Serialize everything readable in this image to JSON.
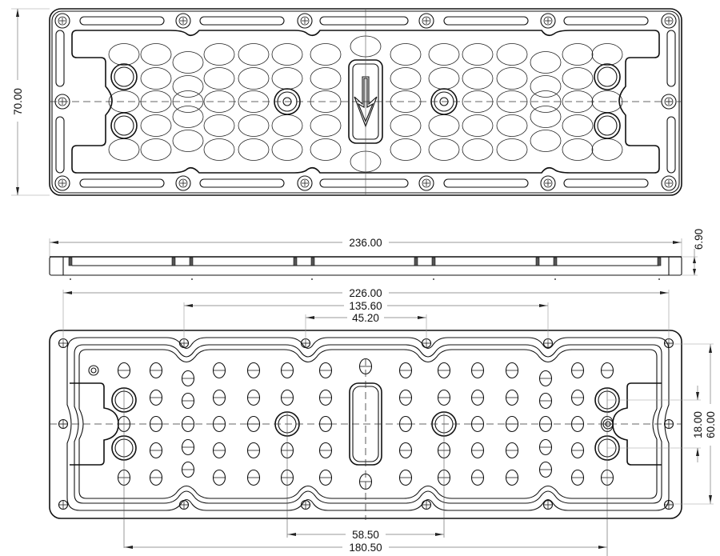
{
  "drawing": {
    "type": "mechanical-drawing",
    "views": {
      "top": {
        "label": "top-view",
        "features": [
          "led-lens-array",
          "mounting-holes",
          "slot-cutouts",
          "direction-arrow",
          "connector-window"
        ]
      },
      "side": {
        "label": "side-view"
      },
      "bottom": {
        "label": "bottom-view"
      }
    },
    "dimensions": {
      "height_top": "70.00",
      "overall_length": "236.00",
      "thickness": "6.90",
      "hole_span_outer": "226.00",
      "hole_span_mid": "135.60",
      "hole_span_inner": "45.20",
      "overall_width_bottom": "60.00",
      "boss_spacing": "18.00",
      "boss_span_inner": "58.50",
      "boss_span_outer": "180.50"
    },
    "grid": {
      "lens_rows": 5,
      "lens_columns": 16
    },
    "colors": {
      "line": "#111111",
      "dimension": "#777777",
      "background": "#ffffff"
    }
  }
}
